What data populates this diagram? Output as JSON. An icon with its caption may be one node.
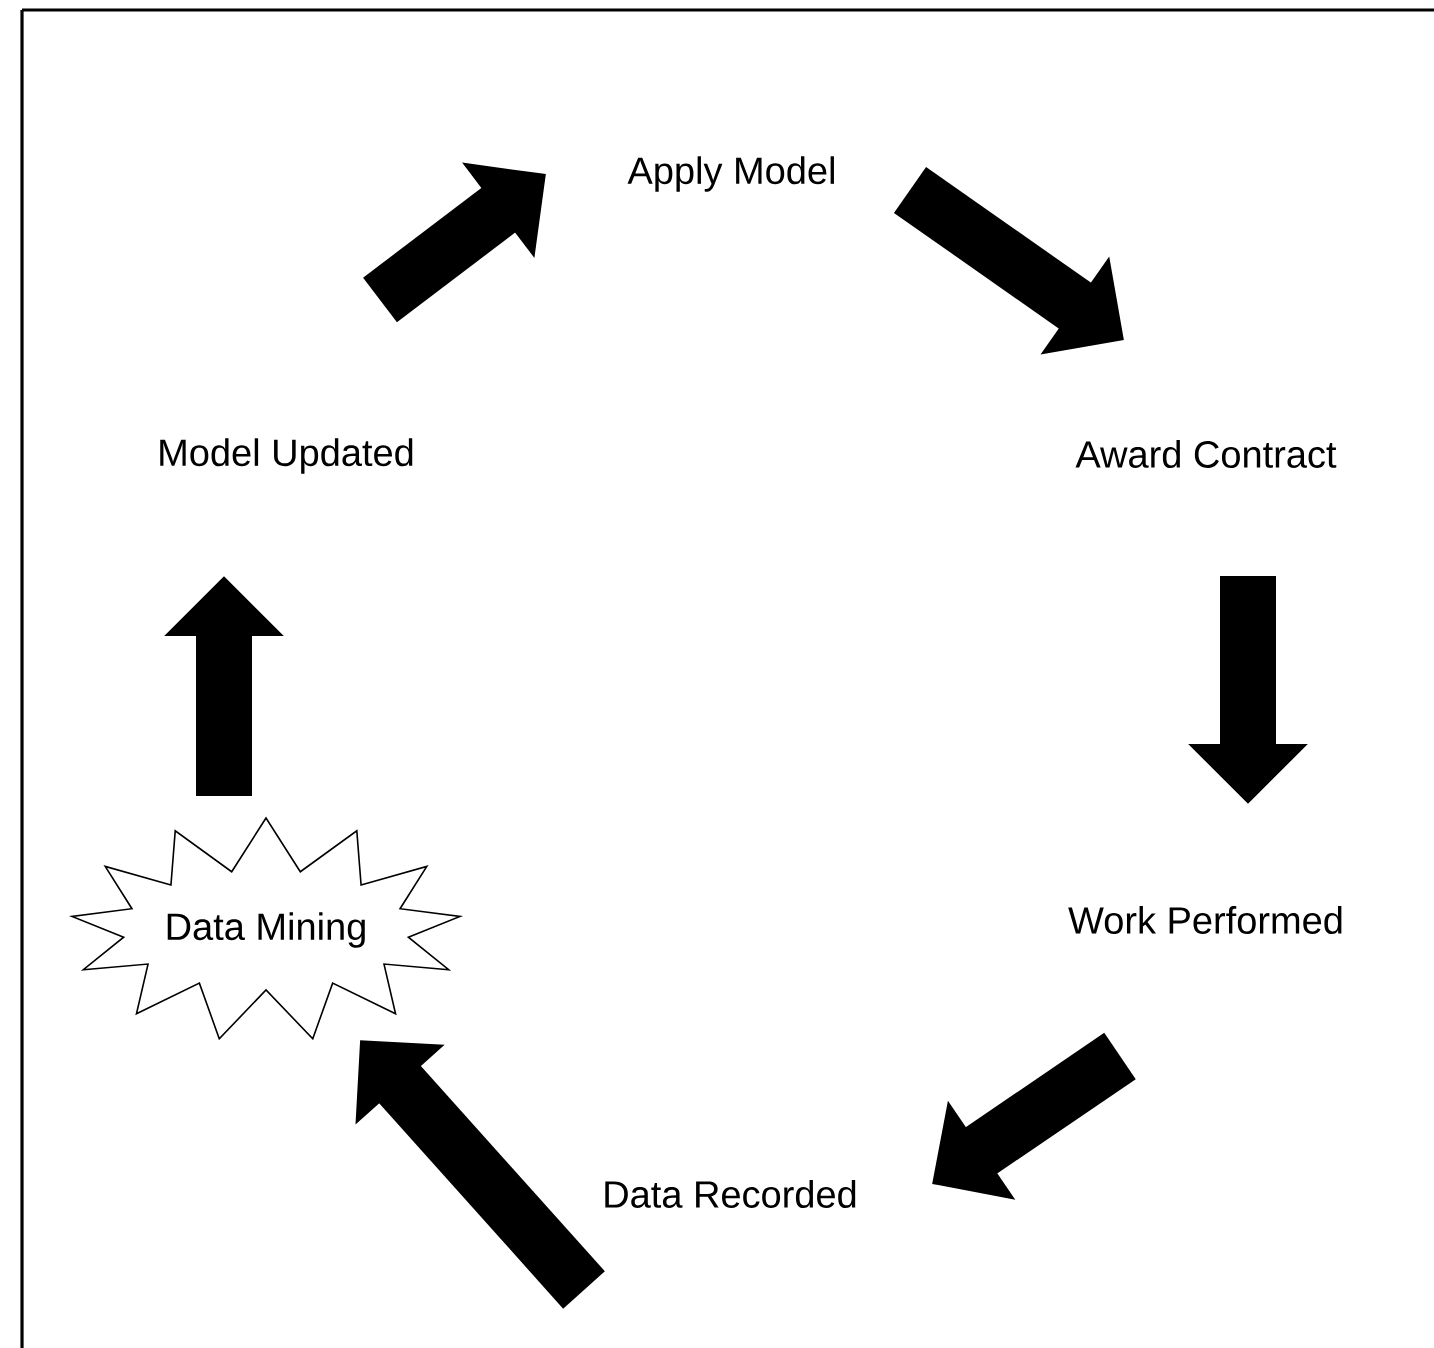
{
  "diagram": {
    "nodes": [
      {
        "text": [
          "Apply Model"
        ]
      },
      {
        "text": [
          "Award Contract"
        ]
      },
      {
        "text": [
          "Work Performed"
        ]
      },
      {
        "text": [
          "Data Recorded"
        ]
      },
      {
        "text": [
          "Data Mining"
        ]
      },
      {
        "text": [
          "Model Updated"
        ]
      }
    ],
    "edges": [
      {
        "from": 5,
        "to": 0,
        "arrow": "to"
      },
      {
        "from": 0,
        "to": 1,
        "arrow": "to"
      },
      {
        "from": 1,
        "to": 2,
        "arrow": "to"
      },
      {
        "from": 2,
        "to": 3,
        "arrow": "to"
      },
      {
        "from": 3,
        "to": 4,
        "arrow": "to"
      },
      {
        "from": 4,
        "to": 5,
        "arrow": "to"
      }
    ]
  }
}
